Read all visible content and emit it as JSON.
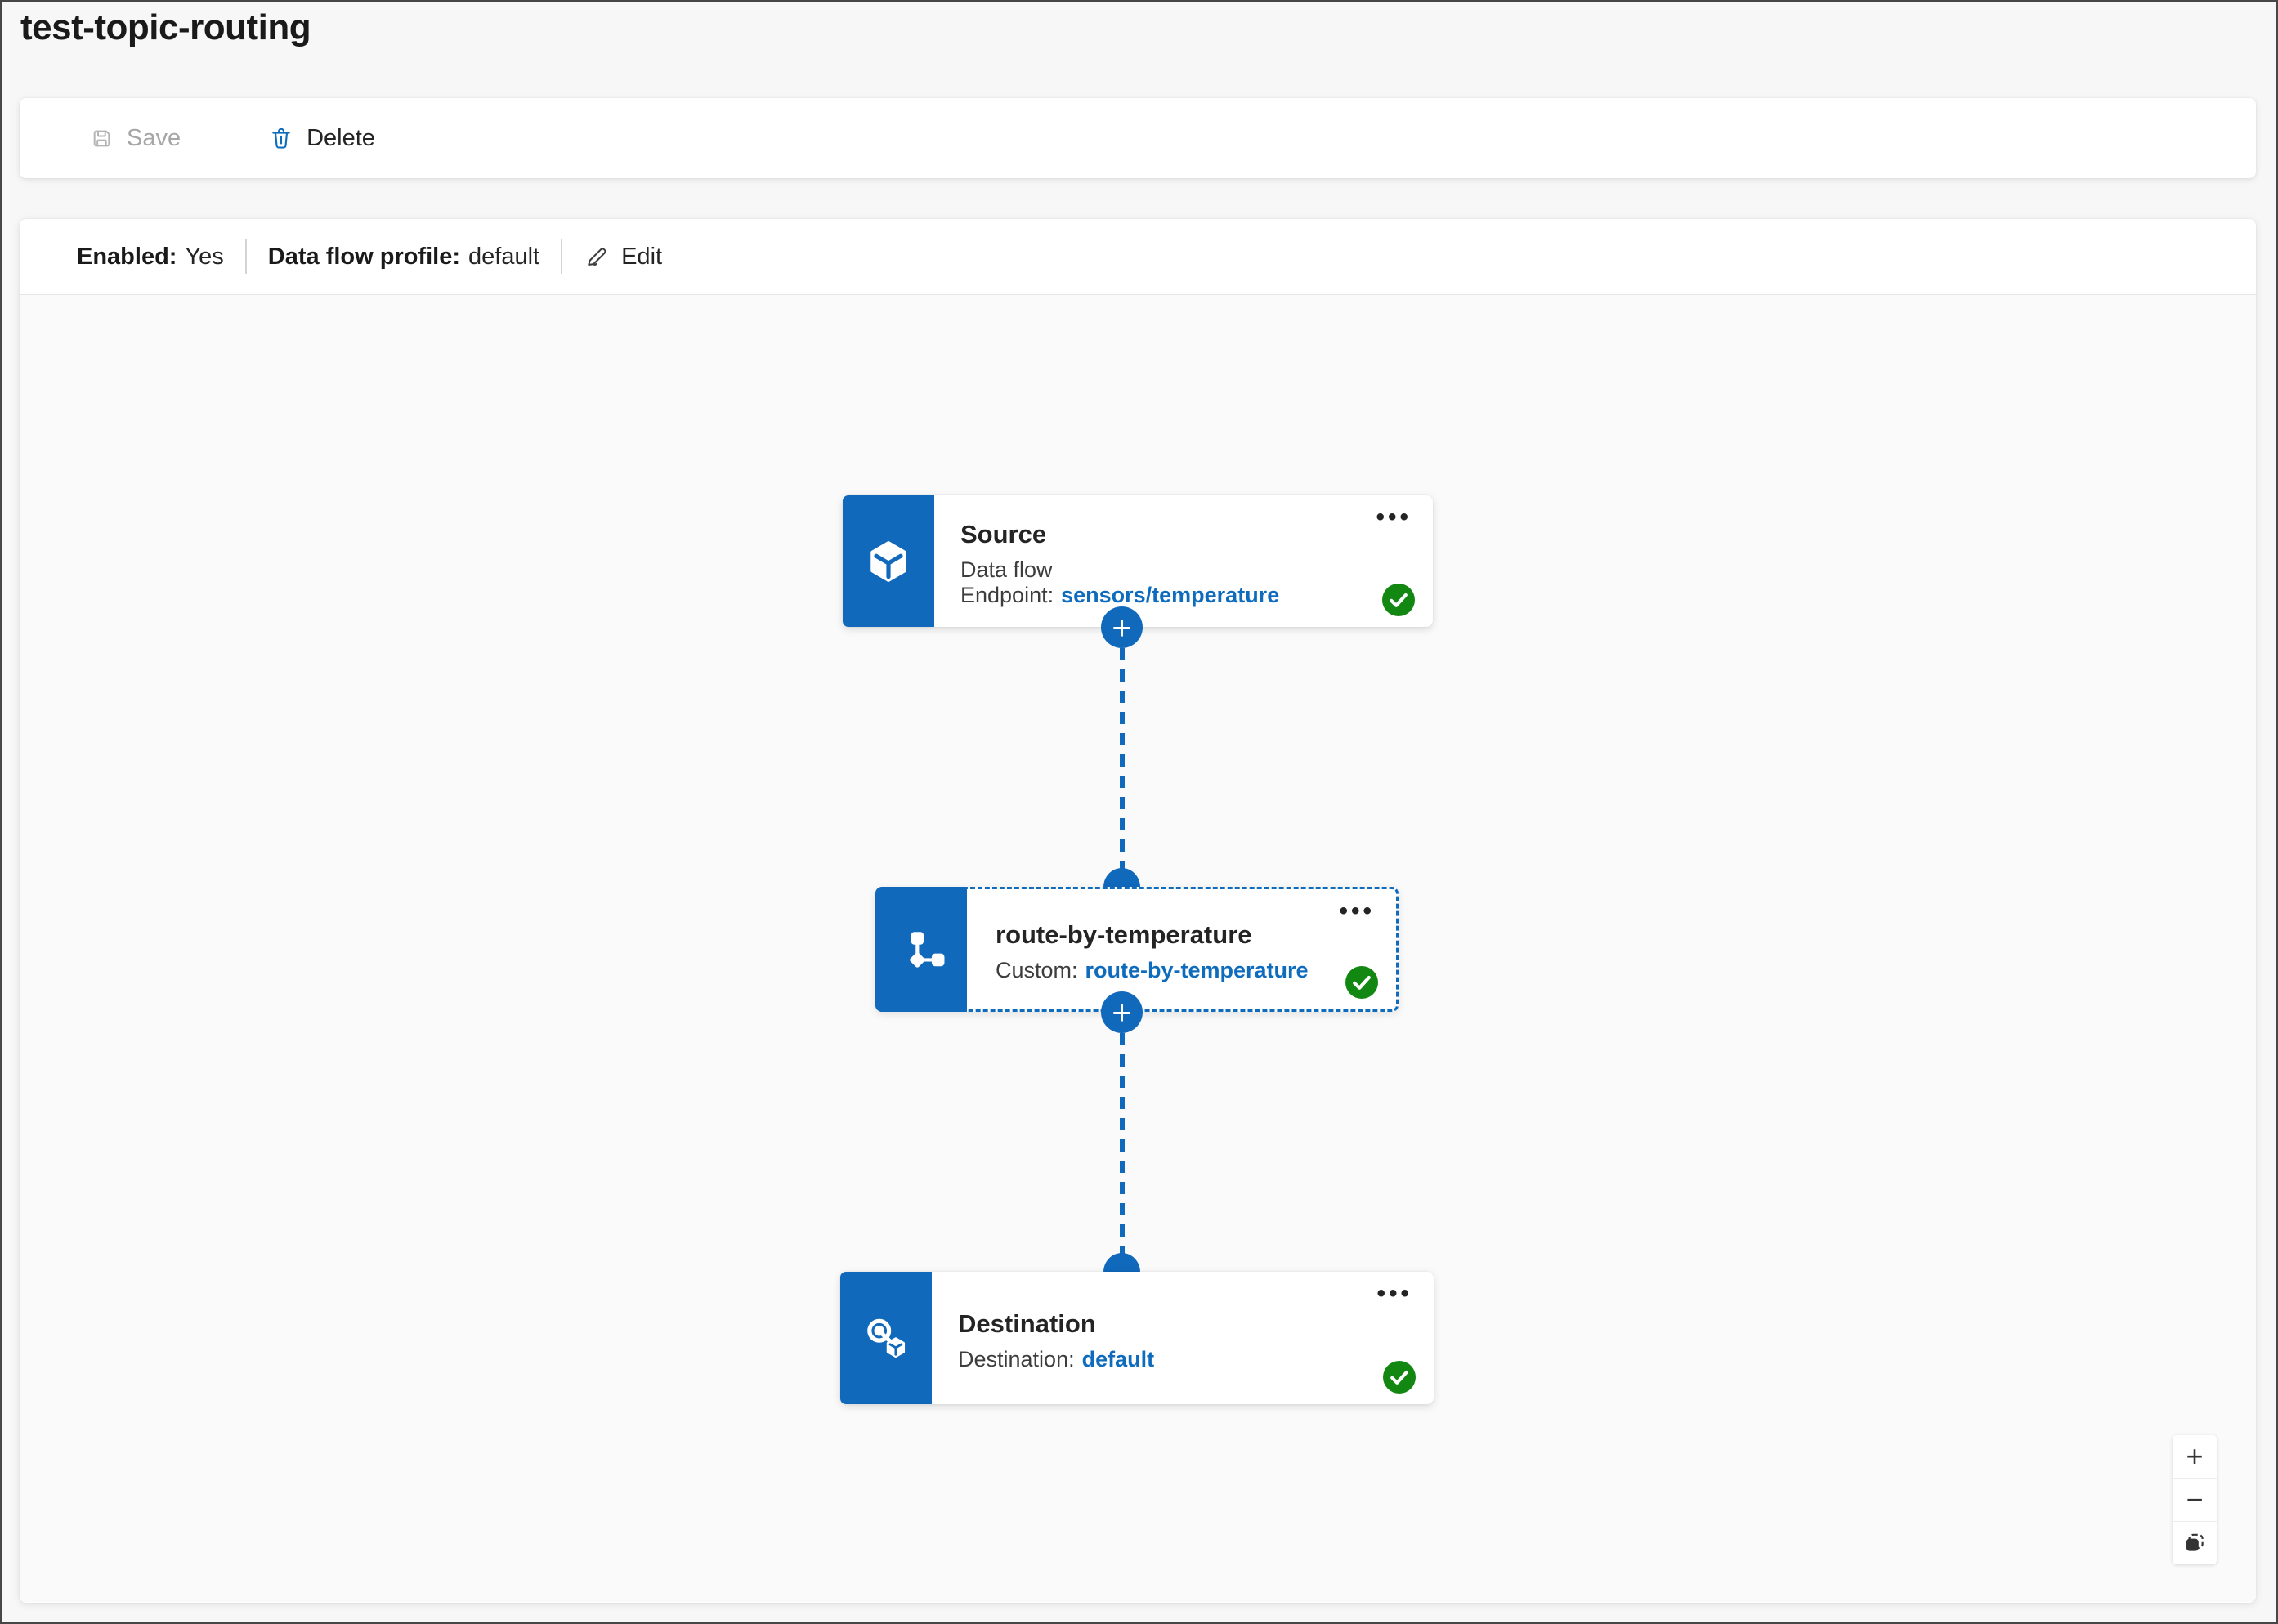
{
  "window": {
    "title": "test-topic-routing"
  },
  "toolbar": {
    "save_label": "Save",
    "delete_label": "Delete"
  },
  "status_bar": {
    "enabled_label": "Enabled:",
    "enabled_value": "Yes",
    "profile_label": "Data flow profile:",
    "profile_value": "default",
    "edit_label": "Edit"
  },
  "canvas": {
    "nodes": {
      "source": {
        "title": "Source",
        "subtitle_label": "Data flow Endpoint:",
        "subtitle_link": "sensors/temperature",
        "status": "success"
      },
      "transform": {
        "title": "route-by-temperature",
        "subtitle_label": "Custom:",
        "subtitle_link": "route-by-temperature",
        "status": "success",
        "selected": true
      },
      "destination": {
        "title": "Destination",
        "subtitle_label": "Destination:",
        "subtitle_link": "default",
        "status": "success"
      }
    },
    "zoom_controls": {
      "zoom_in_label": "+",
      "zoom_out_label": "−"
    }
  },
  "icons": {
    "more": "•••",
    "connector_plus": "+"
  },
  "colors": {
    "accent_blue": "#0f6cbd",
    "node_block_blue": "#1169bc",
    "link_blue": "#0f6cbd",
    "success_green": "#128712",
    "disabled_gray": "#a6a6a6"
  }
}
